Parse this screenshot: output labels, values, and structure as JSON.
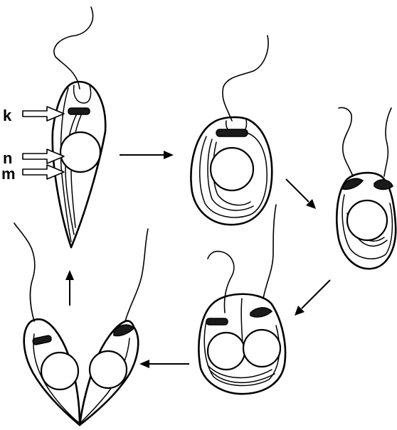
{
  "labels": {
    "kinetoplast": "k",
    "nucleus": "n",
    "mitochondrion": "m"
  },
  "colors": {
    "ink": "#000000",
    "background": "#ffffff"
  }
}
